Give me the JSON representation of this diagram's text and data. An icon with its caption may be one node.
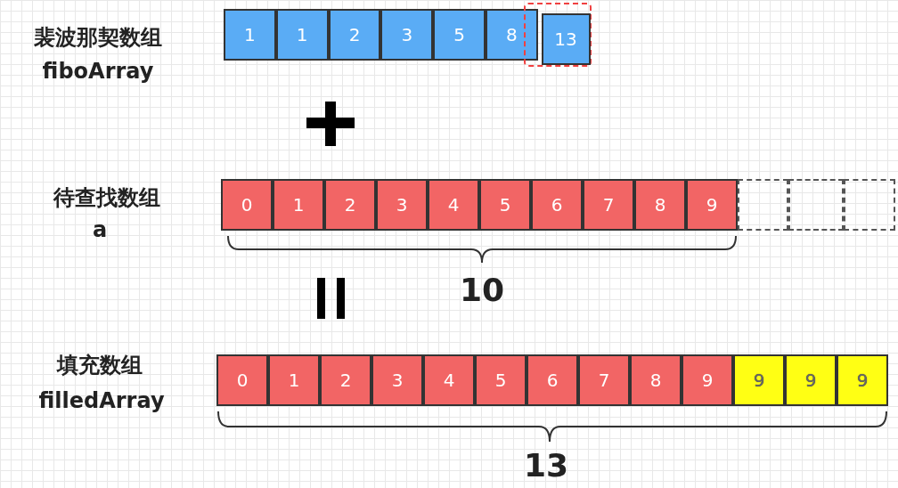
{
  "diagram": {
    "nodes": [
      {
        "text": [
          "1"
        ]
      },
      {
        "text": [
          "1"
        ]
      },
      {
        "text": [
          "2"
        ]
      },
      {
        "text": [
          "3"
        ]
      },
      {
        "text": [
          "5"
        ]
      },
      {
        "text": [
          "8"
        ]
      },
      {
        "text": [],
        "shape": "box"
      },
      {
        "text": [
          "13"
        ],
        "in": 6
      },
      {
        "text": [
          "0"
        ]
      },
      {
        "text": [
          "1"
        ]
      },
      {
        "text": [
          "2"
        ]
      },
      {
        "text": [
          "3"
        ]
      },
      {
        "text": [
          "4"
        ]
      },
      {
        "text": [
          "5"
        ]
      },
      {
        "text": [
          "6"
        ]
      },
      {
        "text": [
          "7"
        ]
      },
      {
        "text": [
          "8"
        ]
      },
      {
        "text": [
          "9"
        ]
      },
      {
        "text": [],
        "shape": "box"
      },
      {
        "text": [],
        "shape": "box"
      },
      {
        "text": [],
        "shape": "box"
      },
      {
        "text": [
          "0"
        ]
      },
      {
        "text": [
          "1"
        ]
      },
      {
        "text": [
          "2"
        ]
      },
      {
        "text": [
          "3"
        ]
      },
      {
        "text": [
          "4"
        ]
      },
      {
        "text": [
          "5"
        ]
      },
      {
        "text": [
          "6"
        ]
      },
      {
        "text": [
          "7"
        ]
      },
      {
        "text": [
          "8"
        ]
      },
      {
        "text": [
          "9"
        ]
      },
      {
        "text": [
          "9"
        ]
      },
      {
        "text": [
          "9"
        ]
      },
      {
        "text": [
          "9"
        ]
      }
    ],
    "labels": [
      "裴波那契数组",
      "fiboArray",
      "待查找数组",
      "a",
      "10",
      "填充数组",
      "filledArray",
      "13"
    ]
  }
}
